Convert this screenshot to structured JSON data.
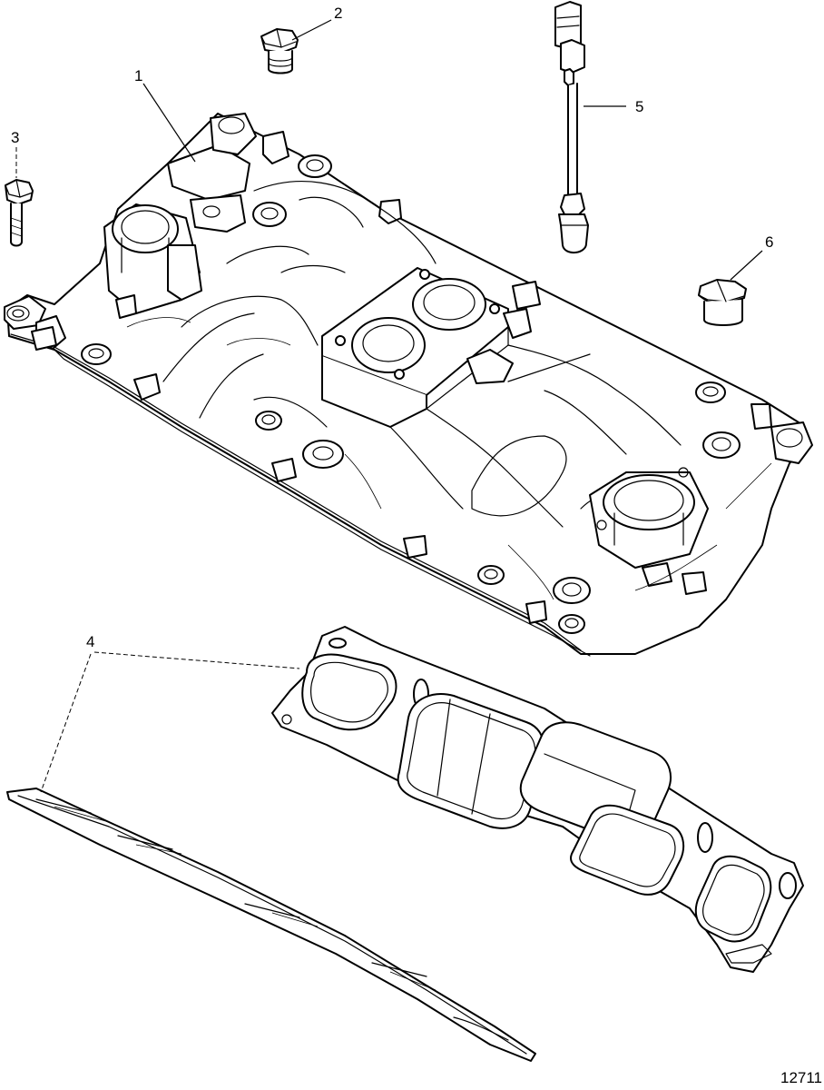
{
  "figure_id": "12711",
  "callouts": [
    {
      "label": "1",
      "part": "intake-manifold"
    },
    {
      "label": "2",
      "part": "plug-small"
    },
    {
      "label": "3",
      "part": "bolt"
    },
    {
      "label": "4",
      "part": "intake-gasket"
    },
    {
      "label": "5",
      "part": "temperature-sender"
    },
    {
      "label": "6",
      "part": "plug-large"
    }
  ]
}
